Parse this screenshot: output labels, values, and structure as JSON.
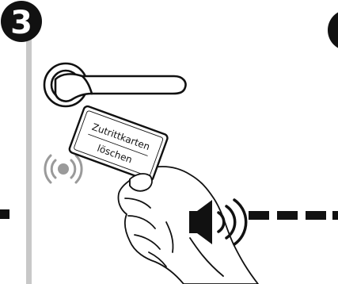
{
  "step": {
    "number": "3"
  },
  "card": {
    "line1": "Zutrittkarten",
    "line2": "löschen"
  },
  "colors": {
    "ink": "#111111",
    "door_edge": "#c8c8c8",
    "signal": "#9a9a9a",
    "background": "#ffffff"
  },
  "icons": {
    "step_badge": "step-number-badge",
    "next_step_badge": "next-step-badge",
    "door_handle": "door-handle-icon",
    "card": "access-card-icon",
    "hand": "hand-icon",
    "rfid_signal": "rfid-signal-icon",
    "speaker": "speaker-sound-icon"
  }
}
